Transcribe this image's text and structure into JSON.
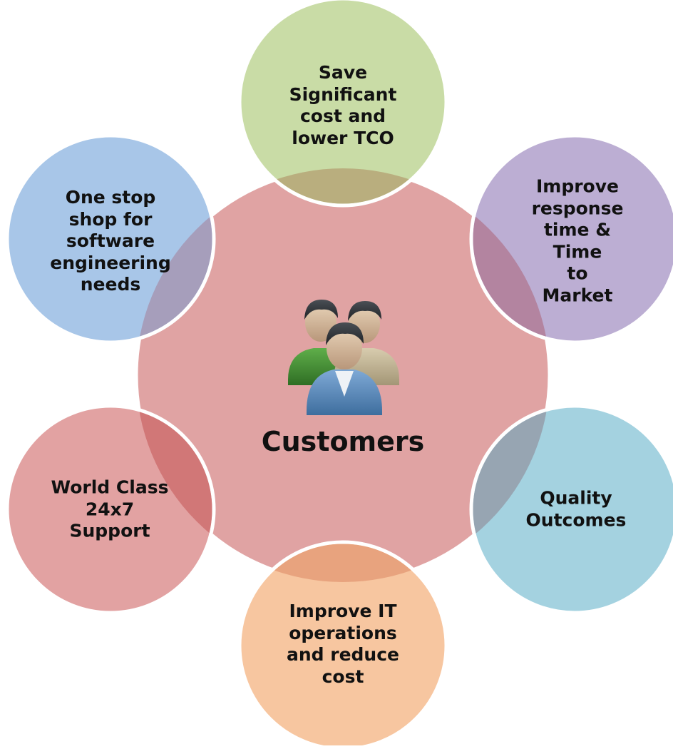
{
  "center": {
    "label": "Customers",
    "icon": "people-group-icon",
    "fill": "#e0a3a3"
  },
  "benefits": [
    {
      "id": "save-cost",
      "label": "Save\nSignificant\ncost and\nlower TCO",
      "fill": "#c9dca6",
      "overlap": "#b9ae7e"
    },
    {
      "id": "response-time",
      "label": "Improve\nresponse\ntime & Time\nto Market",
      "fill": "#bcaed3",
      "overlap": "#b384a0"
    },
    {
      "id": "quality",
      "label": "Quality\nOutcomes",
      "fill": "#a4d2e0",
      "overlap": "#97a5b2"
    },
    {
      "id": "it-operations",
      "label": "Improve IT\noperations\nand reduce\ncost",
      "fill": "#f7c6a0",
      "overlap": "#e8a37e"
    },
    {
      "id": "support",
      "label": "World Class\n24x7\nSupport",
      "fill": "#e2a2a2",
      "overlap": "#d17777"
    },
    {
      "id": "one-stop",
      "label": "One stop\nshop for\nsoftware\nengineering\nneeds",
      "fill": "#a8c6e8",
      "overlap": "#a69ebb"
    }
  ]
}
